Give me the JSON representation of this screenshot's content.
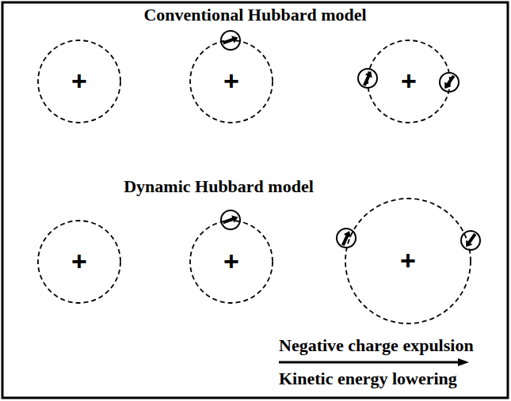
{
  "diagram": {
    "nodes": [
      {
        "text": [
          "+"
        ]
      },
      {
        "text": [
          "+"
        ]
      },
      {
        "text": [
          "+"
        ]
      },
      {
        "text": [
          "+"
        ]
      },
      {
        "text": [
          "+"
        ]
      },
      {
        "text": [
          "+"
        ]
      }
    ],
    "labels": [
      "Conventional Hubbard model",
      "Dynamic Hubbard model",
      "Negative charge expulsion",
      "Kinetic energy lowering"
    ]
  }
}
